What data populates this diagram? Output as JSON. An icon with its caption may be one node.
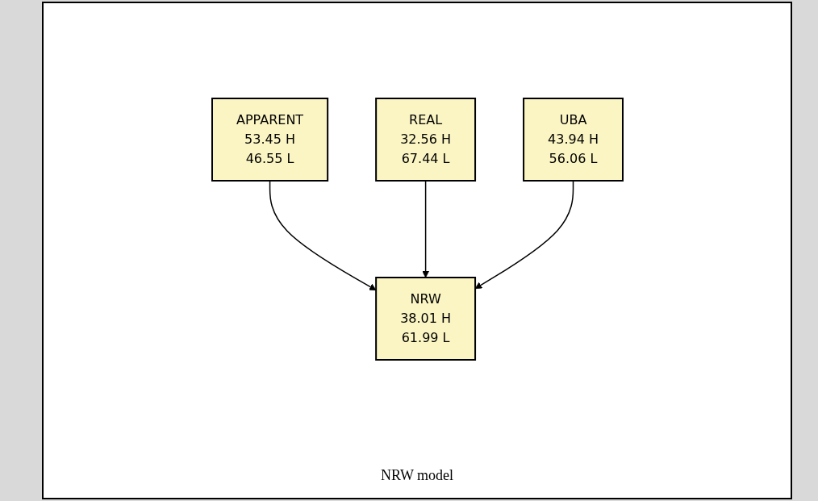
{
  "diagram": {
    "caption": "NRW model",
    "nodes": [
      {
        "text": [
          "APPARENT",
          "53.45 H",
          "46.55 L"
        ]
      },
      {
        "text": [
          "REAL",
          "32.56 H",
          "67.44 L"
        ]
      },
      {
        "text": [
          "UBA",
          "43.94 H",
          "56.06 L"
        ]
      },
      {
        "text": [
          "NRW",
          "38.01 H",
          "61.99 L"
        ]
      }
    ],
    "edges": [
      {
        "from": 0,
        "to": 3,
        "arrow": "to"
      },
      {
        "from": 1,
        "to": 3,
        "arrow": "to"
      },
      {
        "from": 2,
        "to": 3,
        "arrow": "to"
      }
    ]
  }
}
